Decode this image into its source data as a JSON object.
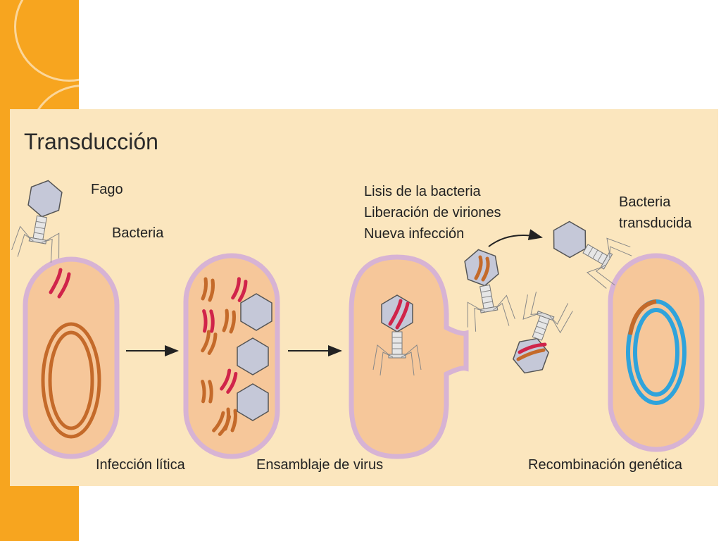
{
  "diagram": {
    "title": "Transducción",
    "labels": {
      "phage": "Fago",
      "bacterium": "Bacteria",
      "lysis_lines": [
        "Lisis de la bacteria",
        "Liberación de viriones",
        "Nueva infección"
      ],
      "transduced": [
        "Bacteria",
        "transducida"
      ],
      "stage1": "Infección lítica",
      "stage2": "Ensamblaje de virus",
      "stage3": "Recombinación genética"
    },
    "colors": {
      "background": "#fbe6be",
      "accent_band": "#f7a51f",
      "cell_fill": "#f6c79a",
      "cell_wall": "#d7b3d4",
      "bacterial_dna": "#c46a2a",
      "phage_dna": "#d0244a",
      "phage_head": "#c5c8d8",
      "recombined_dna": "#2fa3db"
    }
  }
}
